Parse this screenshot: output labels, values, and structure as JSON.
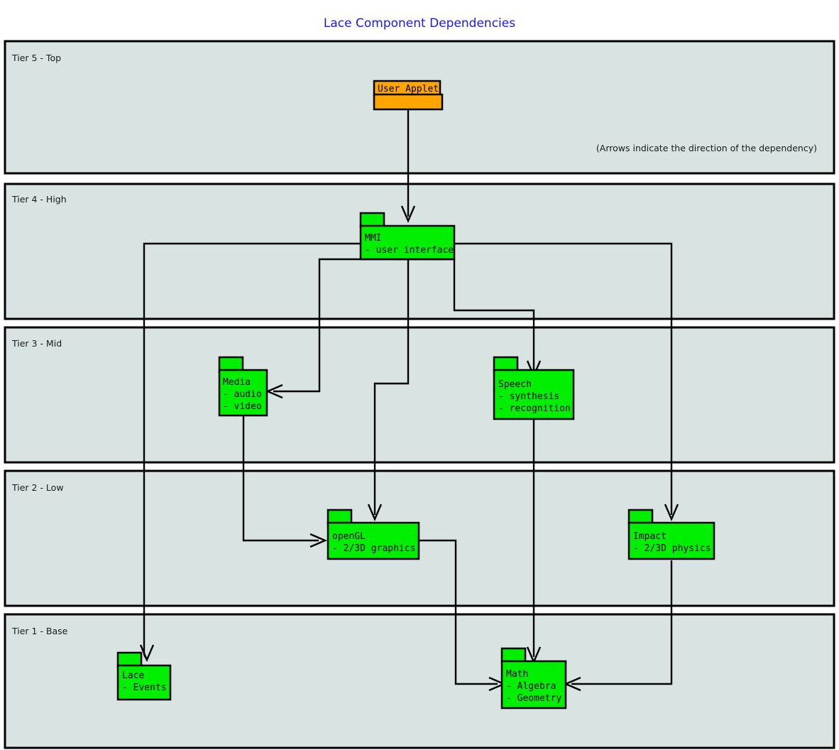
{
  "page": {
    "title": "Lace Component Dependencies",
    "title_color": "#1919ee",
    "background": "#ffffff",
    "note": "(Arrows indicate the direction of the dependency)"
  },
  "palette": {
    "tier_fill": "#d9e3e2",
    "tier_stroke": "#000000",
    "package_fill": "#00ee00",
    "applet_fill": "#ffa500",
    "line": "#000000"
  },
  "tiers": [
    {
      "id": "tier5",
      "label": "Tier 5 - Top"
    },
    {
      "id": "tier4",
      "label": "Tier 4 - High"
    },
    {
      "id": "tier3",
      "label": "Tier 3 - Mid"
    },
    {
      "id": "tier2",
      "label": "Tier 2 - Low"
    },
    {
      "id": "tier1",
      "label": "Tier 1 - Base"
    }
  ],
  "nodes": [
    {
      "id": "user-applet",
      "tier": "tier5",
      "kind": "applet",
      "fill": "#ffa500",
      "lines": [
        "User Applet"
      ]
    },
    {
      "id": "mmi",
      "tier": "tier4",
      "kind": "package",
      "fill": "#00ee00",
      "lines": [
        "MMI",
        "- user interface"
      ]
    },
    {
      "id": "media",
      "tier": "tier3",
      "kind": "package",
      "fill": "#00ee00",
      "lines": [
        "Media",
        "- audio",
        "- video"
      ]
    },
    {
      "id": "speech",
      "tier": "tier3",
      "kind": "package",
      "fill": "#00ee00",
      "lines": [
        "Speech",
        "- synthesis",
        "- recognition"
      ]
    },
    {
      "id": "opengl",
      "tier": "tier2",
      "kind": "package",
      "fill": "#00ee00",
      "lines": [
        "openGL",
        "- 2/3D graphics"
      ]
    },
    {
      "id": "impact",
      "tier": "tier2",
      "kind": "package",
      "fill": "#00ee00",
      "lines": [
        "Impact",
        "- 2/3D physics"
      ]
    },
    {
      "id": "lace",
      "tier": "tier1",
      "kind": "package",
      "fill": "#00ee00",
      "lines": [
        "Lace",
        "- Events"
      ]
    },
    {
      "id": "math",
      "tier": "tier1",
      "kind": "package",
      "fill": "#00ee00",
      "lines": [
        "Math",
        "- Algebra",
        "- Geometry"
      ]
    }
  ],
  "edges": [
    {
      "id": "edge-user-applet-to-mmi",
      "from": "user-applet",
      "to": "mmi"
    },
    {
      "id": "edge-mmi-to-media",
      "from": "mmi",
      "to": "media"
    },
    {
      "id": "edge-mmi-to-speech",
      "from": "mmi",
      "to": "speech"
    },
    {
      "id": "edge-mmi-to-opengl",
      "from": "mmi",
      "to": "opengl"
    },
    {
      "id": "edge-mmi-to-impact",
      "from": "mmi",
      "to": "impact"
    },
    {
      "id": "edge-mmi-to-lace",
      "from": "mmi",
      "to": "lace"
    },
    {
      "id": "edge-media-to-opengl",
      "from": "media",
      "to": "opengl"
    },
    {
      "id": "edge-speech-to-math",
      "from": "speech",
      "to": "math"
    },
    {
      "id": "edge-opengl-to-math",
      "from": "opengl",
      "to": "math"
    },
    {
      "id": "edge-impact-to-math",
      "from": "impact",
      "to": "math"
    }
  ]
}
